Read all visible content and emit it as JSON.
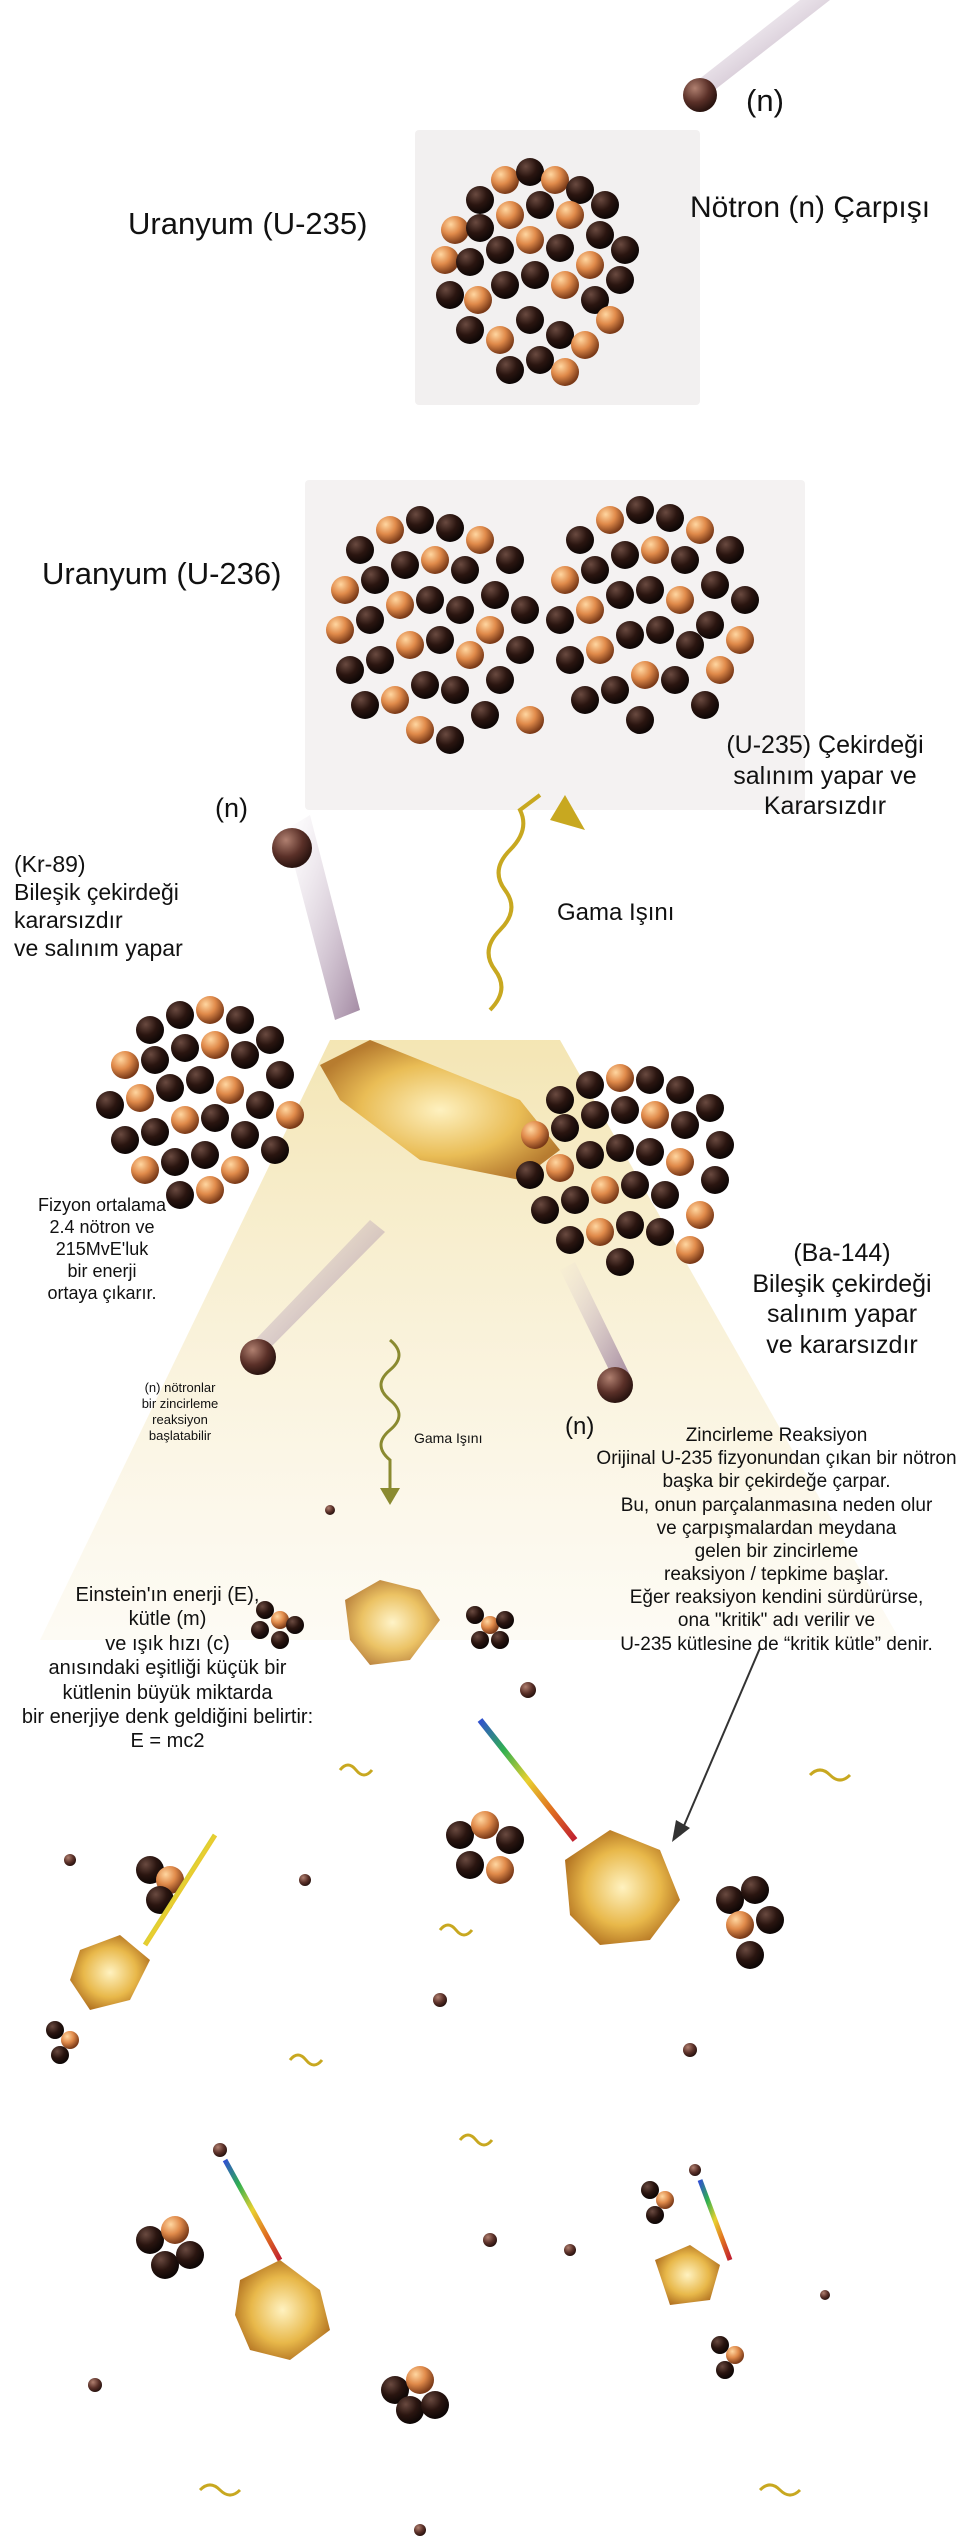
{
  "labels": {
    "n_top": "(n)",
    "u235": "Uranyum (U-235)",
    "neutron_collision": "Nötron (n) Çarpışı",
    "u236": "Uranyum (U-236)",
    "u235_core": [
      "(U-235) Çekirdeği",
      "salınım yapar ve",
      "Kararsızdır"
    ],
    "n_mid": "(n)",
    "gamma_1": "Gama Işını",
    "kr89": [
      "(Kr-89)",
      "Bileşik çekirdeği",
      "kararsızdır",
      "ve salınım yapar"
    ],
    "fission": [
      "Fizyon ortalama",
      "2.4 nötron ve",
      "215MvE'luk",
      "bir enerji",
      "ortaya çıkarır."
    ],
    "ba144": [
      "(Ba-144)",
      "Bileşik çekirdeği",
      "salınım yapar",
      "ve kararsızdır"
    ],
    "n_chain": [
      "(n) nötronlar",
      "bir zincirleme",
      "reaksiyon",
      "başlatabilir"
    ],
    "gamma_2": "Gama Işını",
    "n_right": "(n)",
    "chain_reaction": [
      "Zincirleme Reaksiyon",
      "Orijinal U-235 fizyonundan çıkan bir nötron",
      "başka bir çekirdeğe çarpar.",
      "Bu, onun parçalanmasına neden olur",
      "ve çarpışmalardan meydana",
      "gelen bir zincirleme",
      "reaksiyon / tepkime başlar.",
      "Eğer reaksiyon kendini sürdürürse,",
      "ona \"kritik\" adı verilir ve",
      "U-235 kütlesine de “kritik kütle” denir."
    ],
    "einstein": [
      "Einstein'ın enerji (E),",
      "kütle (m)",
      "ve ışık hızı (c)",
      "anısındaki eşitliği küçük bir",
      "kütlenin büyük miktarda",
      "bir enerjiye denk geldiğini belirtir:",
      "E = mc2"
    ]
  },
  "colors": {
    "nucleon_dark": "#2a1510",
    "nucleon_orange": "#e89a5a",
    "neutron": "#6b4038",
    "glow": "#f2e6b8",
    "burst": "#e8b84a"
  }
}
